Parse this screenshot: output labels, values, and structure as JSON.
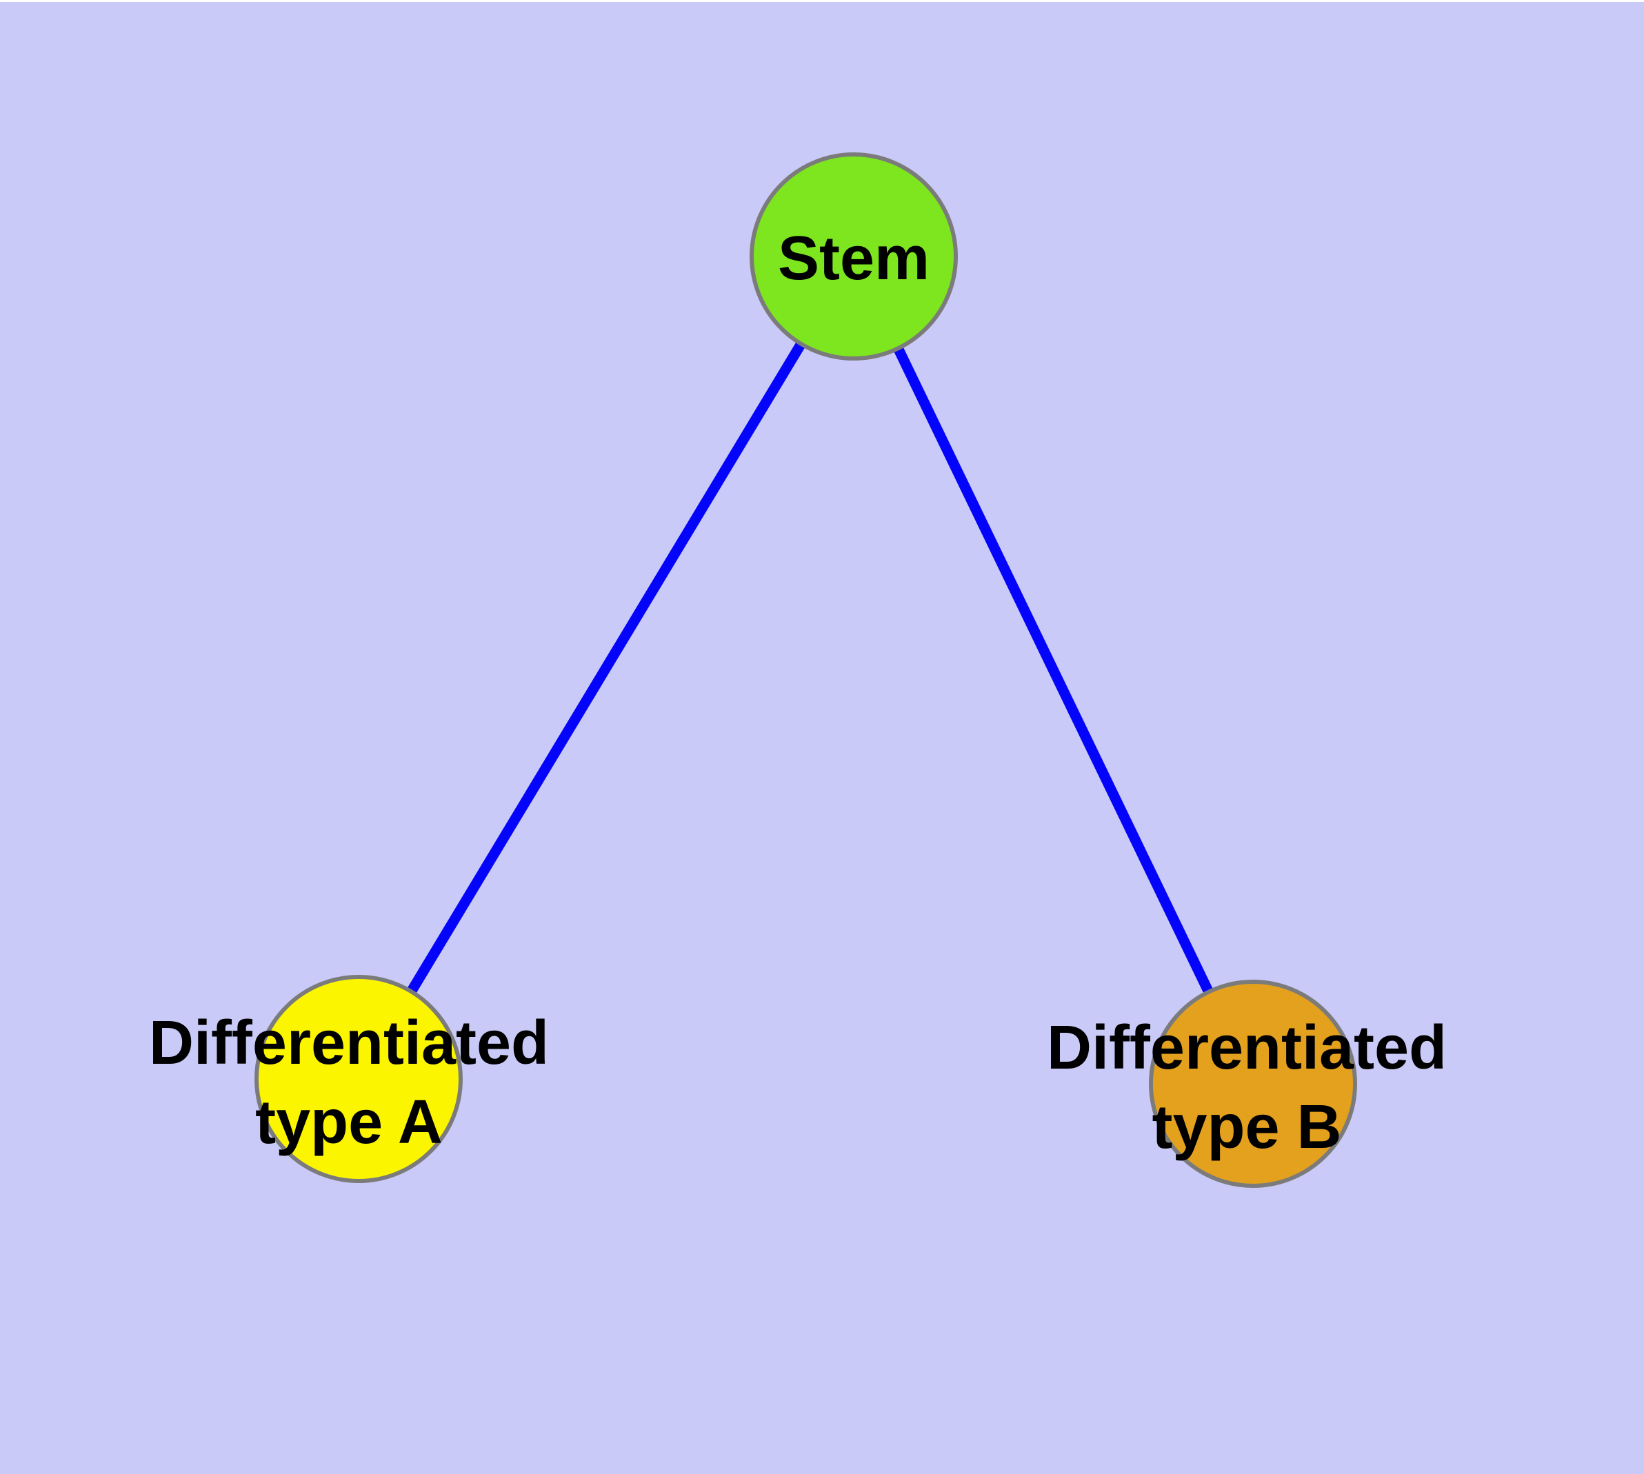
{
  "diagram": {
    "background_color": "#CACAF8",
    "edge_color": "#0404FA",
    "node_border_color": "#7B7B7B",
    "label_color": "#000000",
    "nodes": {
      "stem": {
        "label": "Stem",
        "fill": "#7DE61E"
      },
      "diff_a": {
        "label_line1": "Differentiated",
        "label_line2": "type A",
        "label": "Differentiated type A",
        "fill": "#FCF500"
      },
      "diff_b": {
        "label_line1": "Differentiated",
        "label_line2": "type B",
        "label": "Differentiated type B",
        "fill": "#E4A11E"
      }
    },
    "edges": [
      {
        "from": "Stem",
        "to": "Differentiated type A"
      },
      {
        "from": "Stem",
        "to": "Differentiated type B"
      }
    ]
  }
}
